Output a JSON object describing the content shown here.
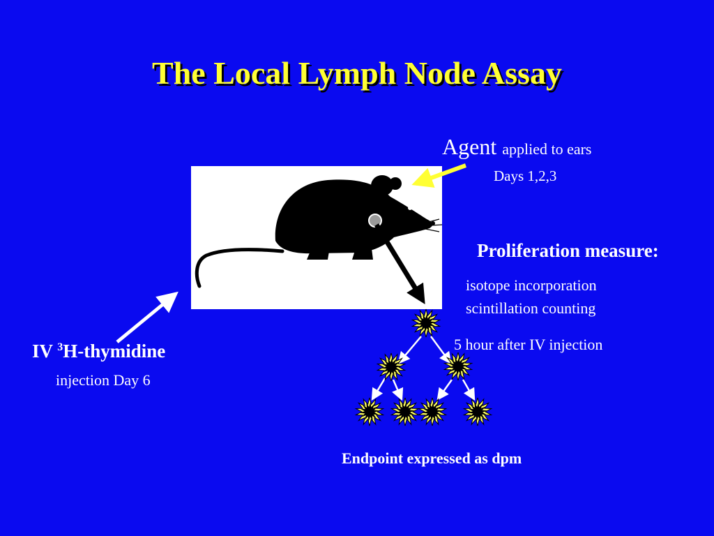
{
  "title": "The Local Lymph Node Assay",
  "agent": {
    "word": "Agent",
    "rest": "applied to ears",
    "days": "Days 1,2,3"
  },
  "proliferation": {
    "heading": "Proliferation measure:",
    "line1": "isotope incorporation",
    "line2": "scintillation counting",
    "timing": "5 hour after IV injection"
  },
  "injection": {
    "prefix": "IV ",
    "superscript": "3",
    "suffix": "H-thymidine",
    "line2": "injection Day 6"
  },
  "endpoint": "Endpoint expressed as dpm",
  "colors": {
    "background": "#0a0af0",
    "title": "#ffff33",
    "agent_arrow": "#ffff33",
    "burst_fill": "#ffff66",
    "text": "#ffffff"
  },
  "icons": [
    "mouse-silhouette",
    "lymph-node-dot",
    "radioactive-burst"
  ]
}
